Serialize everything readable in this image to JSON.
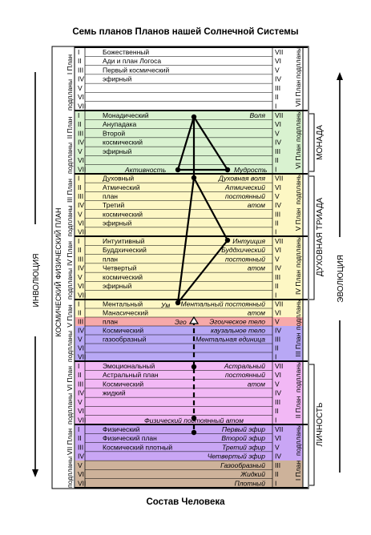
{
  "title": "Семь планов Планов нашей Солнечной Системы",
  "caption": "Состав Человека",
  "side_labels": {
    "involution": "ИНВОЛЮЦИЯ",
    "cosmic_physical_plane": "КОСМИЧЕСКИЙ ФИЗИЧЕСКИЙ ПЛАН",
    "monad": "МОНАДА",
    "spiritual_triad": "ДУХОВНАЯ ТРИАДА",
    "personality": "ЛИЧНОСТЬ",
    "evolution": "ЭВОЛЮЦИЯ"
  },
  "colors": {
    "plane1": "#ffffff",
    "plane2": "#d9f2d0",
    "plane3": "#fdf7c4",
    "plane4": "#fdf7c4",
    "plane5_top": "#fdf7c4",
    "plane5_red": "#f7a9a9",
    "plane5_bottom": "#b8a8f5",
    "plane6": "#f2b8f5",
    "plane7_top": "#c9a6f5",
    "plane7_bottom": "#cdb29a",
    "line": "#000000"
  },
  "planes": [
    {
      "left_label": "I План",
      "right_label": "VII План",
      "sub": "подпланы",
      "roman": [
        "I",
        "II",
        "III",
        "IV",
        "V",
        "VI",
        "VII"
      ],
      "right_roman": [
        "VII",
        "VI",
        "V",
        "IV",
        "III",
        "II",
        "I"
      ],
      "left_text": [
        "Божественный",
        "Ади и план Логоса",
        "Первый космический",
        "эфирный",
        "",
        "",
        ""
      ],
      "right_text": [
        "",
        "",
        "",
        "",
        "",
        "",
        ""
      ]
    },
    {
      "left_label": "II План",
      "right_label": "VI План",
      "sub": "подпланы",
      "roman": [
        "I",
        "II",
        "III",
        "IV",
        "V",
        "VI",
        "VII"
      ],
      "right_roman": [
        "VII",
        "VI",
        "V",
        "IV",
        "III",
        "II",
        "I"
      ],
      "left_text": [
        "Монадический",
        "Анупадака",
        "Второй",
        "космический",
        "эфирный",
        "",
        ""
      ],
      "right_text": [
        "Воля",
        "",
        "",
        "",
        "",
        "",
        ""
      ],
      "bottom_left": "Активность",
      "bottom_right": "Мудрость"
    },
    {
      "left_label": "III План",
      "right_label": "V План",
      "sub": "подпланы",
      "roman": [
        "I",
        "II",
        "III",
        "IV",
        "V",
        "VI",
        "VII"
      ],
      "right_roman": [
        "VII",
        "VI",
        "V",
        "IV",
        "III",
        "II",
        "I"
      ],
      "left_text": [
        "Духовный",
        "Атмический",
        "план",
        "Третий",
        "космический",
        "эфирный",
        ""
      ],
      "right_text": [
        "Духовная воля",
        "Атмический",
        "постоянный",
        "атом",
        "",
        "",
        ""
      ]
    },
    {
      "left_label": "IV План",
      "right_label": "IV План",
      "sub": "подпланы",
      "roman": [
        "I",
        "II",
        "III",
        "IV",
        "V",
        "VI",
        "VII"
      ],
      "right_roman": [
        "VII",
        "VI",
        "V",
        "IV",
        "III",
        "II",
        "I"
      ],
      "left_text": [
        "Интуитивный",
        "Буддхический",
        "план",
        "Четвертый",
        "космический",
        "эфирный",
        ""
      ],
      "right_text": [
        "Интуиция",
        "Буддхический",
        "постоянный",
        "атом",
        "",
        "",
        ""
      ]
    },
    {
      "left_label": "V План",
      "right_label": "III План",
      "sub": "подпланы",
      "roman": [
        "I",
        "II",
        "III",
        "IV",
        "V",
        "VI",
        "VII"
      ],
      "right_roman": [
        "VII",
        "VI",
        "V",
        "IV",
        "III",
        "II",
        "I"
      ],
      "left_text": [
        "Ментальный",
        "Манасический",
        "план",
        "Космический",
        "газообразный",
        "",
        ""
      ],
      "right_text": [
        "Ментальный постоянный",
        "атом",
        "Эгоическое тело",
        "каузальное тело",
        "Ментальная единица",
        "",
        ""
      ],
      "um": "Ум",
      "ego": "Эго"
    },
    {
      "left_label": "VI План",
      "right_label": "II План",
      "sub": "подпланы",
      "roman": [
        "I",
        "II",
        "III",
        "IV",
        "V",
        "VI",
        "VII"
      ],
      "right_roman": [
        "VII",
        "VI",
        "V",
        "IV",
        "III",
        "II",
        "I"
      ],
      "left_text": [
        "Эмоциональный",
        "Астральный план",
        "Космический",
        "жидкий",
        "",
        "",
        ""
      ],
      "right_text": [
        "Астральный",
        "постоянный",
        "атом",
        "",
        "",
        "",
        ""
      ],
      "bottom_center": "Физический постоянный атом"
    },
    {
      "left_label": "VII План",
      "right_label": "I План",
      "sub": "подпланы",
      "roman": [
        "I",
        "II",
        "III",
        "IV",
        "V",
        "VI",
        "VII"
      ],
      "right_roman": [
        "VII",
        "VI",
        "V",
        "IV",
        "III",
        "II",
        "I"
      ],
      "left_text": [
        "Физический",
        "Физический план",
        "Космический плотный",
        "",
        "",
        "",
        ""
      ],
      "right_text": [
        "Первый эфир",
        "Второй эфир",
        "Третий эфир",
        "Четвертый эфир",
        "Газообразный",
        "Жидкий",
        "Плотный"
      ]
    }
  ]
}
